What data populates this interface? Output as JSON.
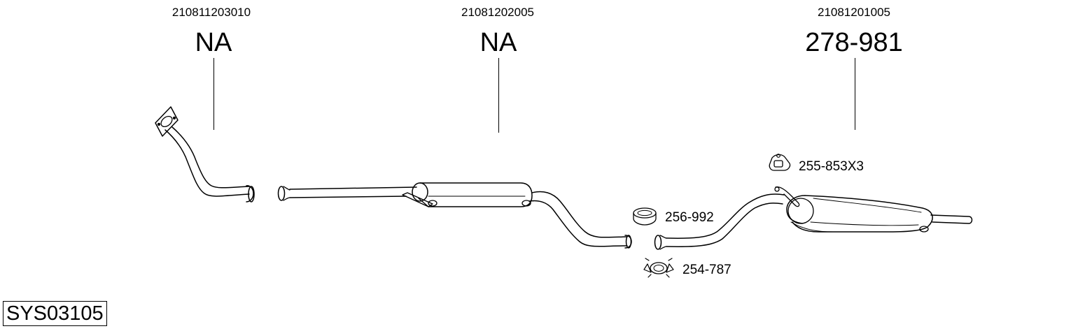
{
  "sections": [
    {
      "oem": "210811203010",
      "part": "NA"
    },
    {
      "oem": "21081202005",
      "part": "NA"
    },
    {
      "oem": "21081201005",
      "part": "278-981"
    }
  ],
  "accessories": [
    {
      "code": "255-853X3",
      "icon": "rubber-hanger-icon"
    },
    {
      "code": "256-992",
      "icon": "sealing-ring-icon"
    },
    {
      "code": "254-787",
      "icon": "pipe-clamp-icon"
    }
  ],
  "system_code": "SYS03105"
}
